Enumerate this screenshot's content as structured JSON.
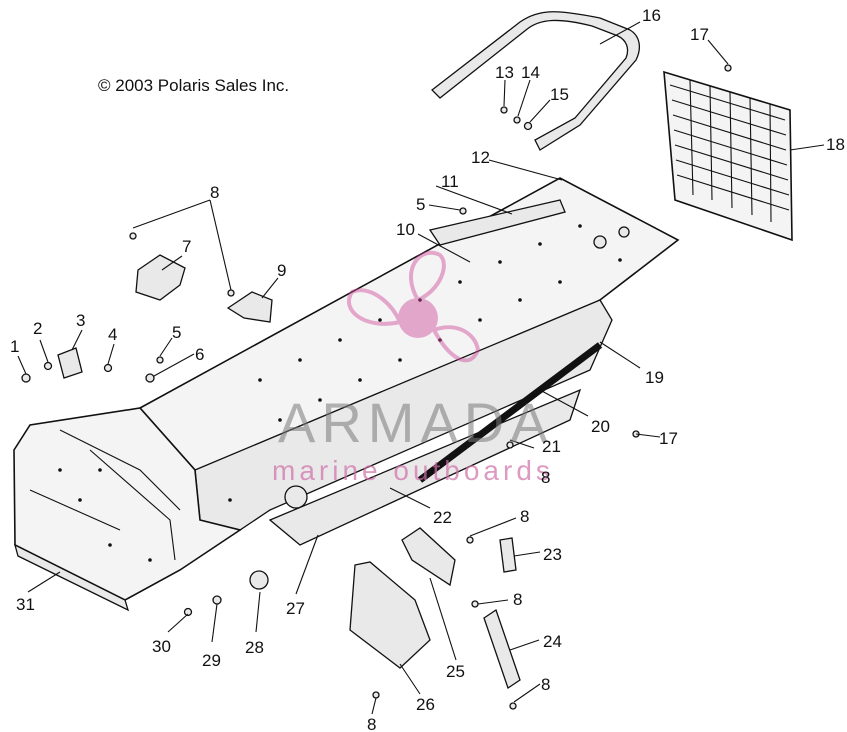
{
  "copyright": "© 2003 Polaris Sales Inc.",
  "watermark": {
    "name": "ARMADA",
    "tagline": "marine outboards",
    "logo_icon": "propeller-logo-icon"
  },
  "callouts": [
    "1",
    "2",
    "3",
    "4",
    "5",
    "5",
    "6",
    "7",
    "8",
    "8",
    "8",
    "8",
    "8",
    "8",
    "9",
    "10",
    "11",
    "12",
    "13",
    "14",
    "15",
    "16",
    "17",
    "17",
    "18",
    "19",
    "20",
    "21",
    "22",
    "23",
    "24",
    "25",
    "26",
    "27",
    "28",
    "29",
    "30",
    "31"
  ]
}
